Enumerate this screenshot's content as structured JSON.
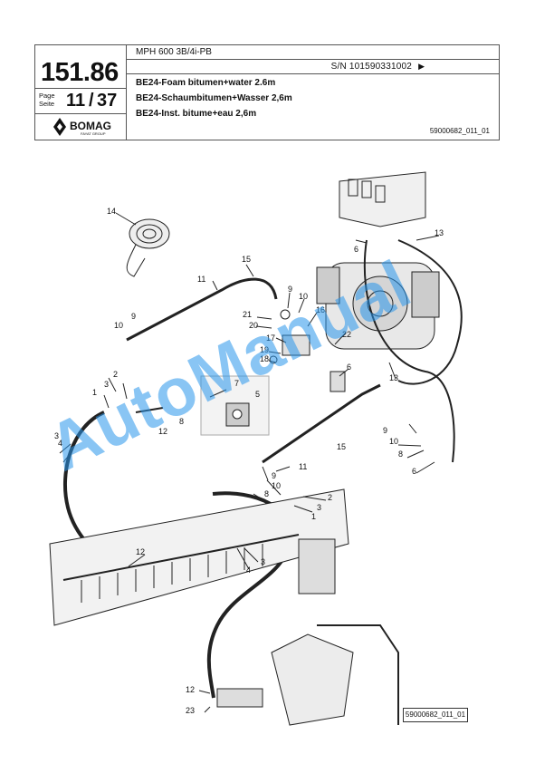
{
  "header": {
    "model": "MPH 600 3B/4i-PB",
    "serial": "S/N 101590331002",
    "serial_arrow": "▶",
    "section_number": "151.86",
    "page_label": "Page\nSeite",
    "page_current": "11",
    "page_sep": "/",
    "page_total": "37",
    "logo_text": "BOMAG",
    "logo_sub": "FAYAT GROUP",
    "descriptions": [
      "BE24-Foam bitumen+water 2.6m",
      "BE24-Schaumbitumen+Wasser 2,6m",
      "BE24-Inst. bitume+eau 2,6m"
    ],
    "doc_number": "59000682_011_01"
  },
  "watermark": "AutoManual",
  "ref_box": "59000682_011_01",
  "callouts": [
    "14",
    "15",
    "11",
    "9",
    "10",
    "13",
    "6",
    "9",
    "10",
    "21",
    "20",
    "16",
    "17",
    "22",
    "19",
    "18",
    "6",
    "13",
    "7",
    "5",
    "3",
    "2",
    "1",
    "8",
    "12",
    "4",
    "3",
    "11",
    "15",
    "9",
    "10",
    "8",
    "6",
    "9",
    "10",
    "8",
    "2",
    "3",
    "1",
    "12",
    "3",
    "4",
    "12",
    "23"
  ]
}
